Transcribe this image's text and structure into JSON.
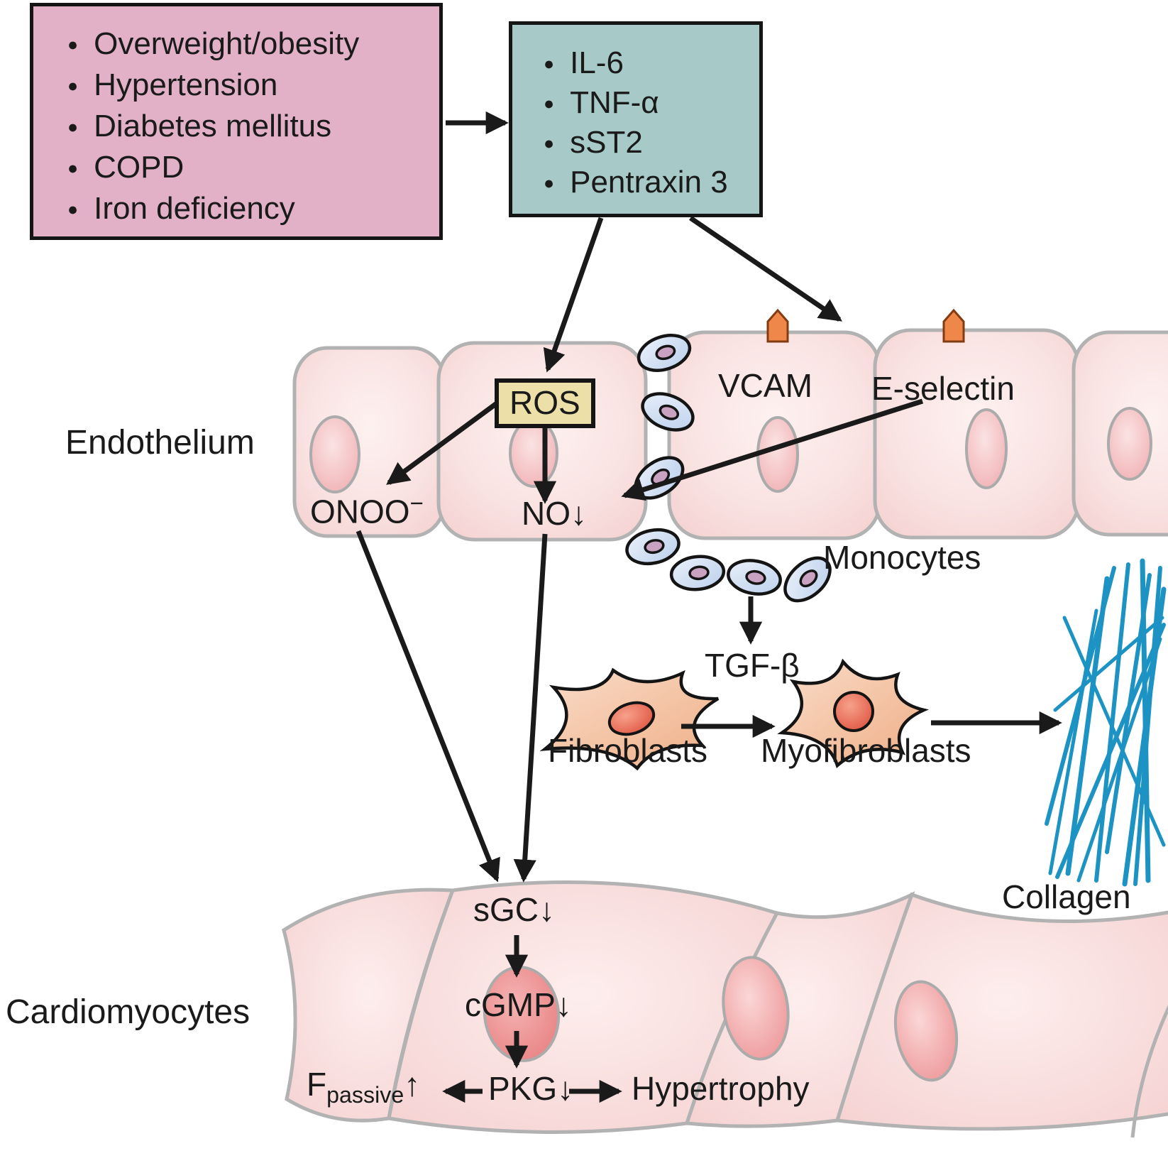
{
  "comorbidities": {
    "items": [
      "Overweight/obesity",
      "Hypertension",
      "Diabetes mellitus",
      "COPD",
      "Iron deficiency"
    ]
  },
  "biomarkers": {
    "items": [
      "IL-6",
      "TNF-α",
      "sST2",
      "Pentraxin 3"
    ]
  },
  "endothelium": {
    "label": "Endothelium",
    "ros": "ROS",
    "onoo_base": "ONOO",
    "onoo_sup": "−",
    "no": "NO↓",
    "vcam": "VCAM",
    "eselectin": "E-selectin"
  },
  "interstitium": {
    "monocytes": "Monocytes",
    "tgfb": "TGF-β",
    "fibroblasts": "Fibroblasts",
    "myofibroblasts": "Myofibroblasts",
    "collagen": "Collagen"
  },
  "cardiomyocytes": {
    "label": "Cardiomyocytes",
    "sgc": "sGC↓",
    "cgmp": "cGMP↓",
    "pkg": "PKG↓",
    "fpassive_base": "F",
    "fpassive_sub": "passive",
    "fpassive_arrow": "↑",
    "hypertrophy": "Hypertrophy"
  },
  "colors": {
    "comorbidity_box": "#e2b1c7",
    "biomarker_box": "#a7cac8",
    "ros_box": "#ece0a8",
    "endothelial_cell": "#f7dad9",
    "cell_outline": "#b2b2b2",
    "cardiomyocyte_cell": "#f6d4d4",
    "monocyte": "#cfdcf0",
    "monocyte_nucleus": "#c9a2c2",
    "adhesion_marker": "#ef874a",
    "fibroblast": "#f2bd9c",
    "fibroblast_nucleus": "#e8604d",
    "collagen_fiber": "#1d93c4",
    "arrow": "#1a1a1a"
  }
}
